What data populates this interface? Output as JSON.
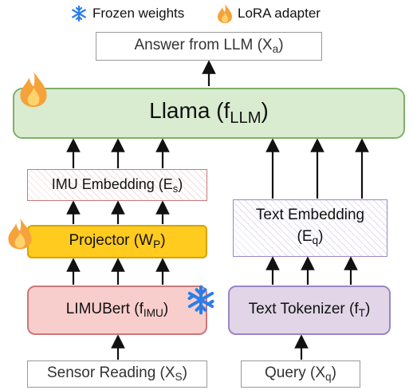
{
  "legend": {
    "frozen": "Frozen weights",
    "lora": "LoRA adapter"
  },
  "nodes": {
    "answer": {
      "text": "Answer from LLM (X",
      "sub": "a",
      "close": ")"
    },
    "llama": {
      "text": "Llama (f",
      "sub": "LLM",
      "close": ")"
    },
    "imu_embedding": {
      "text": "IMU Embedding (E",
      "sub": "s",
      "close": ")"
    },
    "projector": {
      "text": "Projector (W",
      "sub": "P",
      "close": ")"
    },
    "limubert": {
      "text": "LIMUBert (f",
      "sub": "IMU",
      "close": ")"
    },
    "sensor": {
      "text": "Sensor Reading (X",
      "sub": "S",
      "close": ")"
    },
    "text_embedding": {
      "line1": "Text Embedding",
      "text": "(E",
      "sub": "q",
      "close": ")"
    },
    "tokenizer": {
      "text": "Text Tokenizer (f",
      "sub": "T",
      "close": ")"
    },
    "query": {
      "text": "Query (X",
      "sub": "q",
      "close": ")"
    }
  },
  "colors": {
    "llama_fill": "#d9ecd0",
    "projector_fill": "#ffcb1f",
    "limubert_fill": "#f8cecc",
    "tokenizer_fill": "#e1d5e7",
    "snowflake": "#2b7de9",
    "flame": "#f6a23a"
  },
  "icons": [
    "snowflake-icon",
    "flame-icon"
  ]
}
